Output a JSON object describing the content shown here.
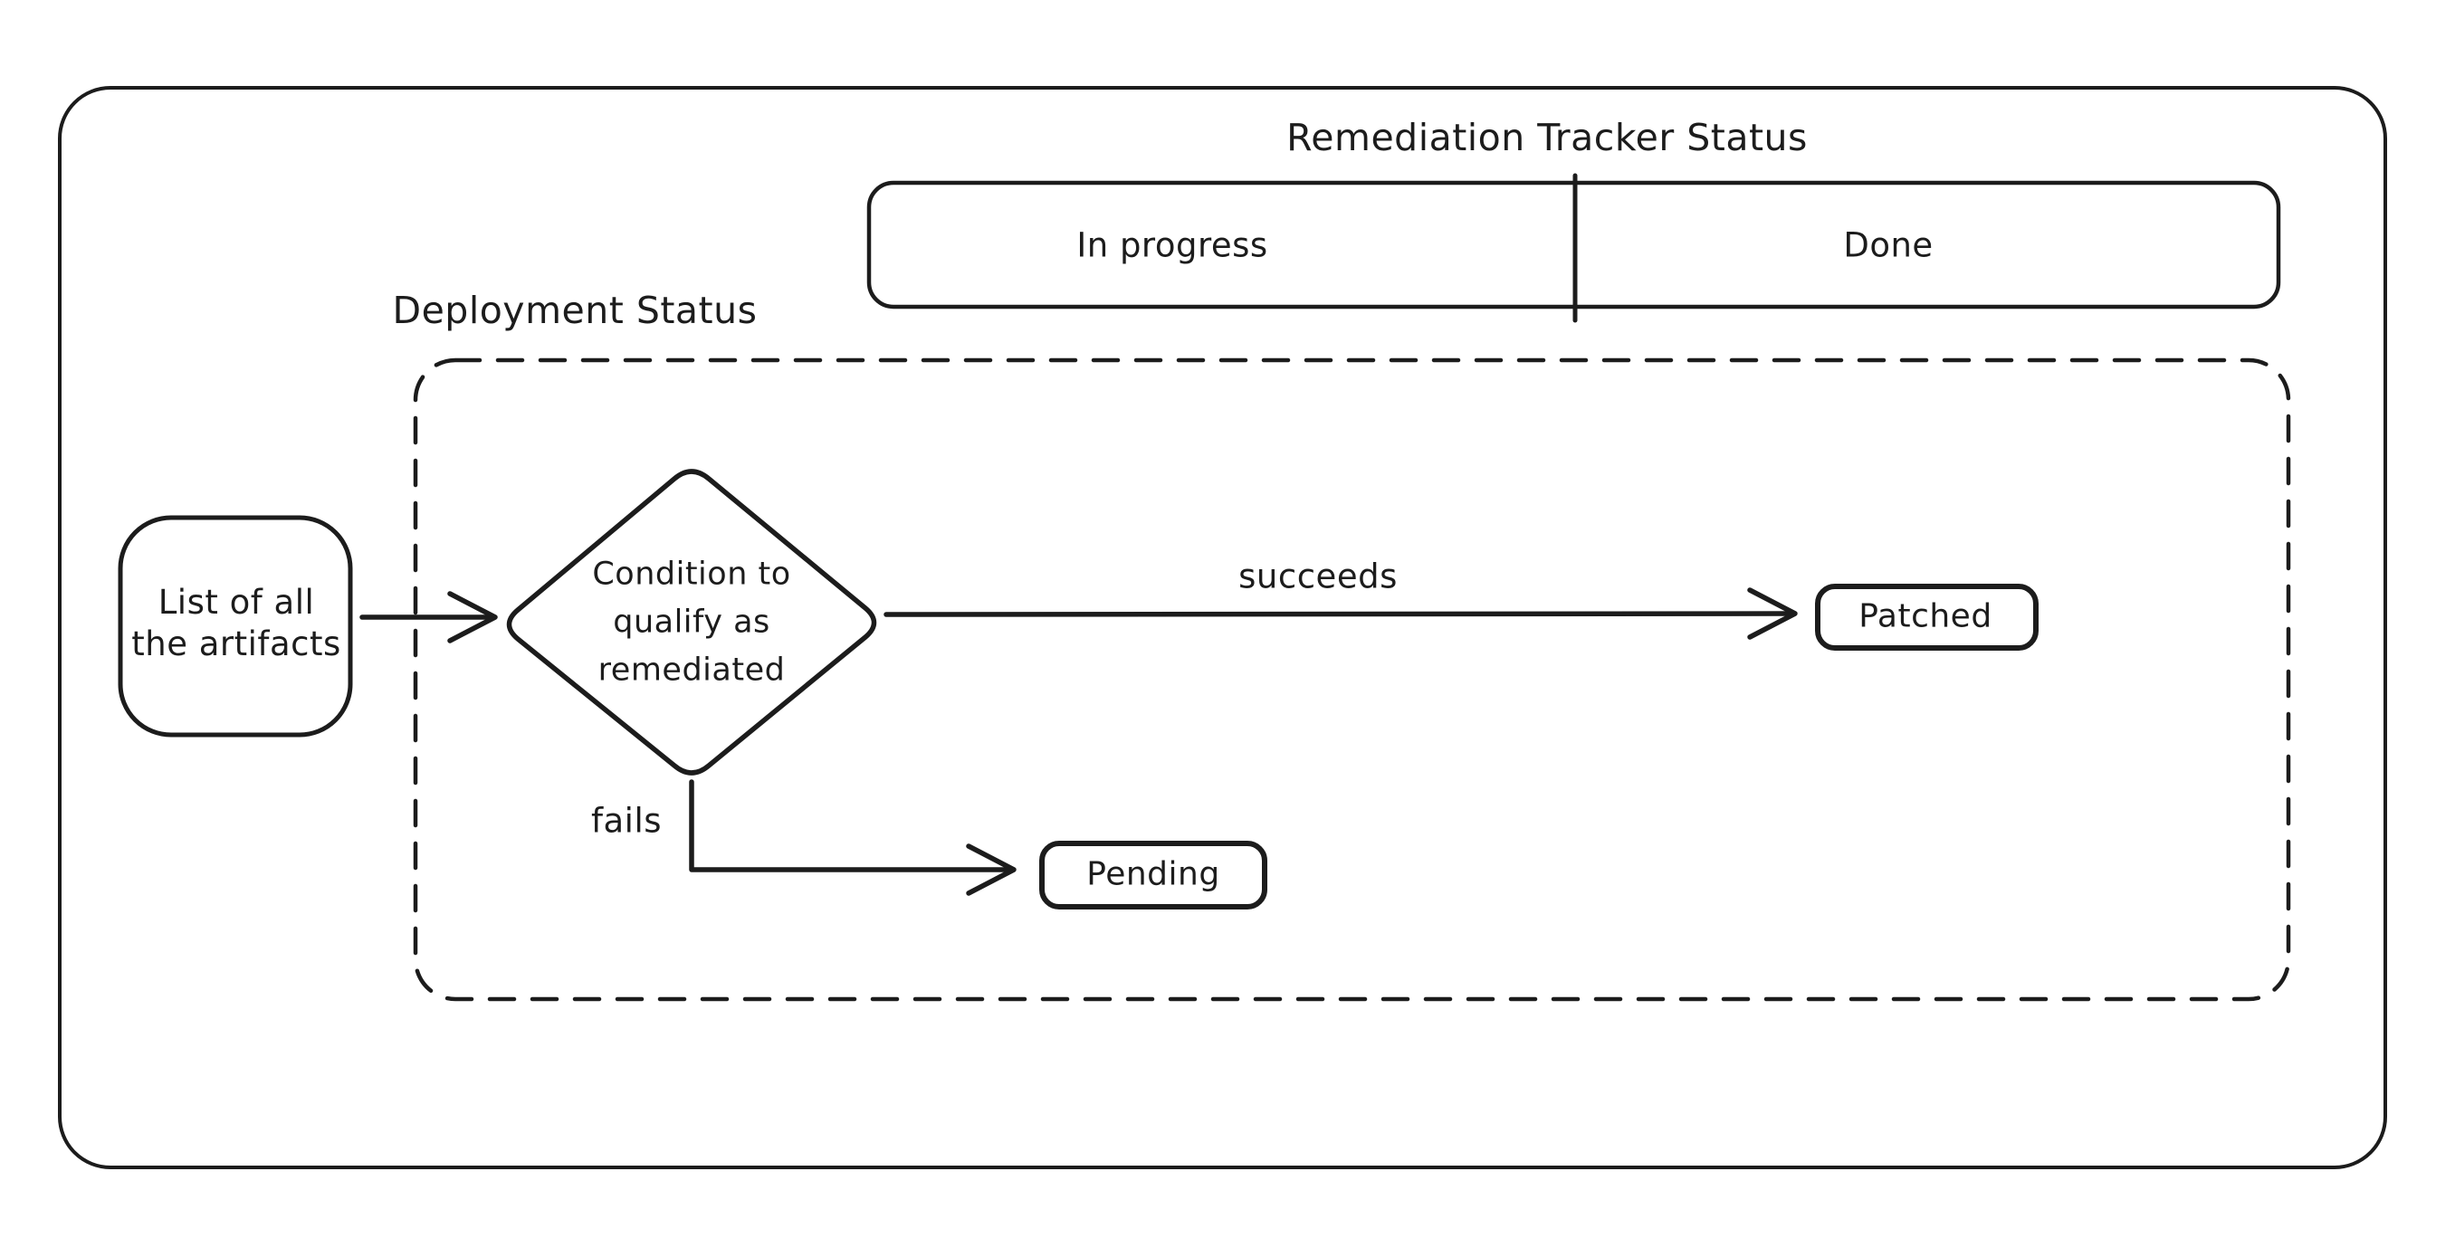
{
  "diagram": {
    "title": "Remediation Tracker Status",
    "tracker_table": {
      "columns": [
        "In progress",
        "Done"
      ]
    },
    "deployment_group": {
      "label": "Deployment Status"
    },
    "nodes": {
      "artifacts": {
        "lines": [
          "List of all",
          "the artifacts"
        ]
      },
      "condition": {
        "lines": [
          "Condition to",
          "qualify as",
          "remediated"
        ]
      },
      "patched": {
        "label": "Patched"
      },
      "pending": {
        "label": "Pending"
      }
    },
    "edges": {
      "succeeds": {
        "label": "succeeds"
      },
      "fails": {
        "label": "fails"
      }
    },
    "colors": {
      "stroke": "#1c1c1c",
      "background": "#ffffff"
    }
  }
}
